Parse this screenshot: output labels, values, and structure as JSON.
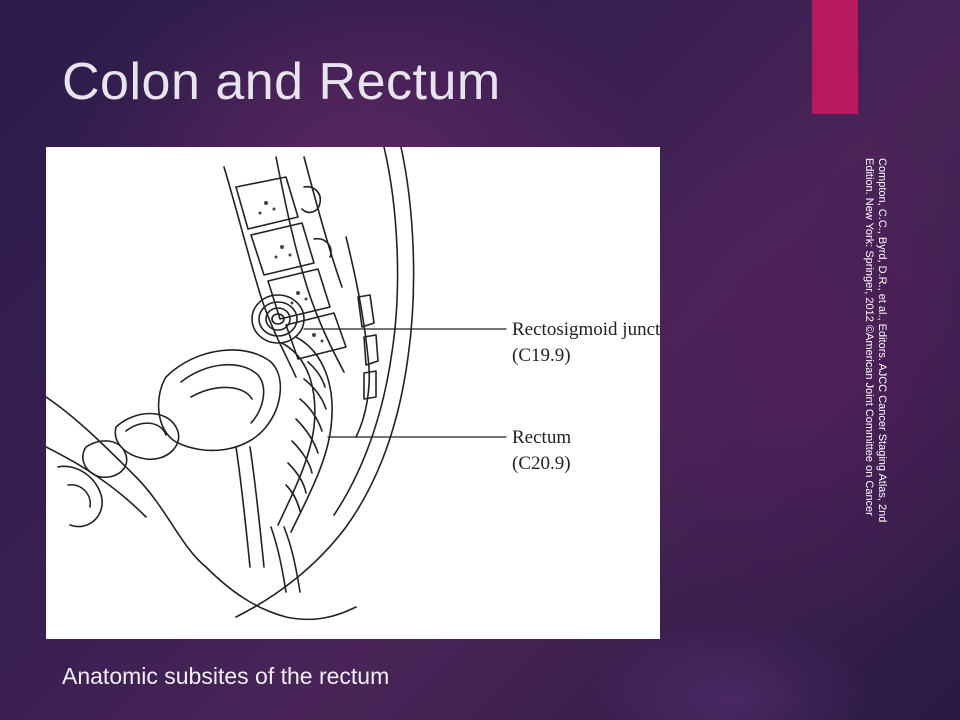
{
  "slide": {
    "title": "Colon and Rectum",
    "caption": "Anatomic subsites of the rectum",
    "citation": "Compton, C.C., Byrd, D.R., et al., Editors. AJCC Cancer Staging Atlas, 2nd Edition. New York: Springer, 2012 ©American Joint Committee on Cancer",
    "accent_color": "#b8195f"
  },
  "figure": {
    "labels": [
      {
        "name": "Rectosigmoid junction",
        "code": "(C19.9)"
      },
      {
        "name": "Rectum",
        "code": "(C20.9)"
      }
    ]
  }
}
